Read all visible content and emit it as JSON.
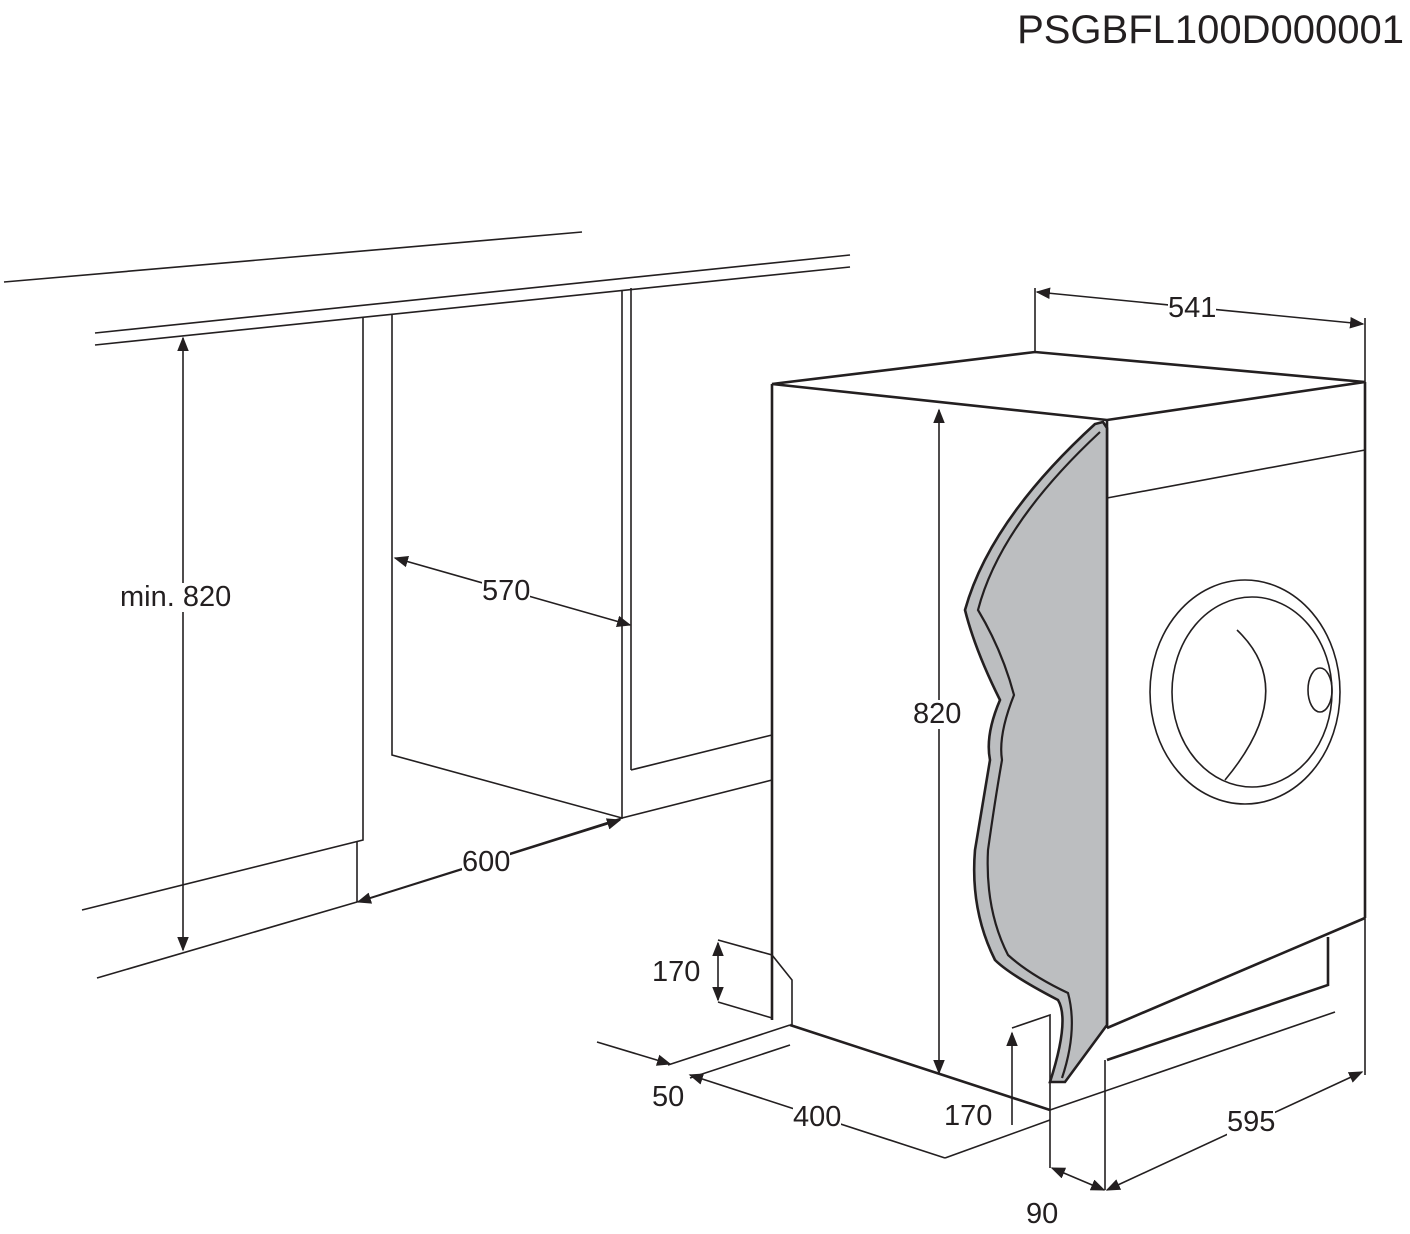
{
  "document_code": "PSGBFL100D000001",
  "dimensions": {
    "appliance_depth": "541",
    "niche_height": "min. 820",
    "niche_depth": "570",
    "appliance_height": "820",
    "niche_width": "600",
    "left_plinth_height": "170",
    "plinth_recess": "50",
    "plinth_offset": "400",
    "right_plinth_height": "170",
    "appliance_width": "595",
    "door_thickness": "90"
  },
  "colors": {
    "line": "#231f20",
    "door_panel": "#bcbec0"
  }
}
